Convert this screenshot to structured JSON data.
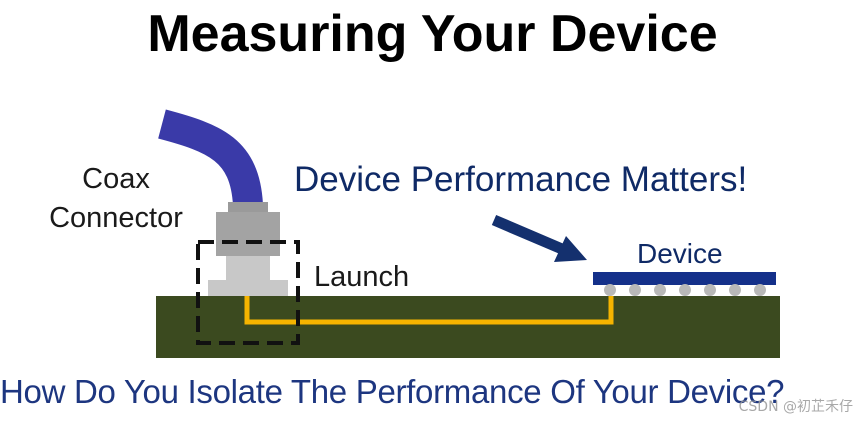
{
  "title": "Measuring Your Device",
  "labels": {
    "coax_line1": "Coax",
    "coax_line2": "Connector",
    "launch": "Launch",
    "performance": "Device Performance Matters!",
    "device": "Device"
  },
  "question": "How Do You Isolate The Performance Of Your Device?",
  "watermark": "CSDN @初芷禾仔",
  "colors": {
    "board": "#3b4a1f",
    "trace": "#f5b400",
    "cable": "#3a3aa8",
    "connector_dark": "#9a9a9a",
    "connector_light": "#c8c8c8",
    "device_body": "#14308a",
    "solder_ball": "#b8b8b8",
    "arrow": "#14306e",
    "launch_box": "#111111",
    "title_text": "#000000",
    "question_text": "#1d3680"
  }
}
